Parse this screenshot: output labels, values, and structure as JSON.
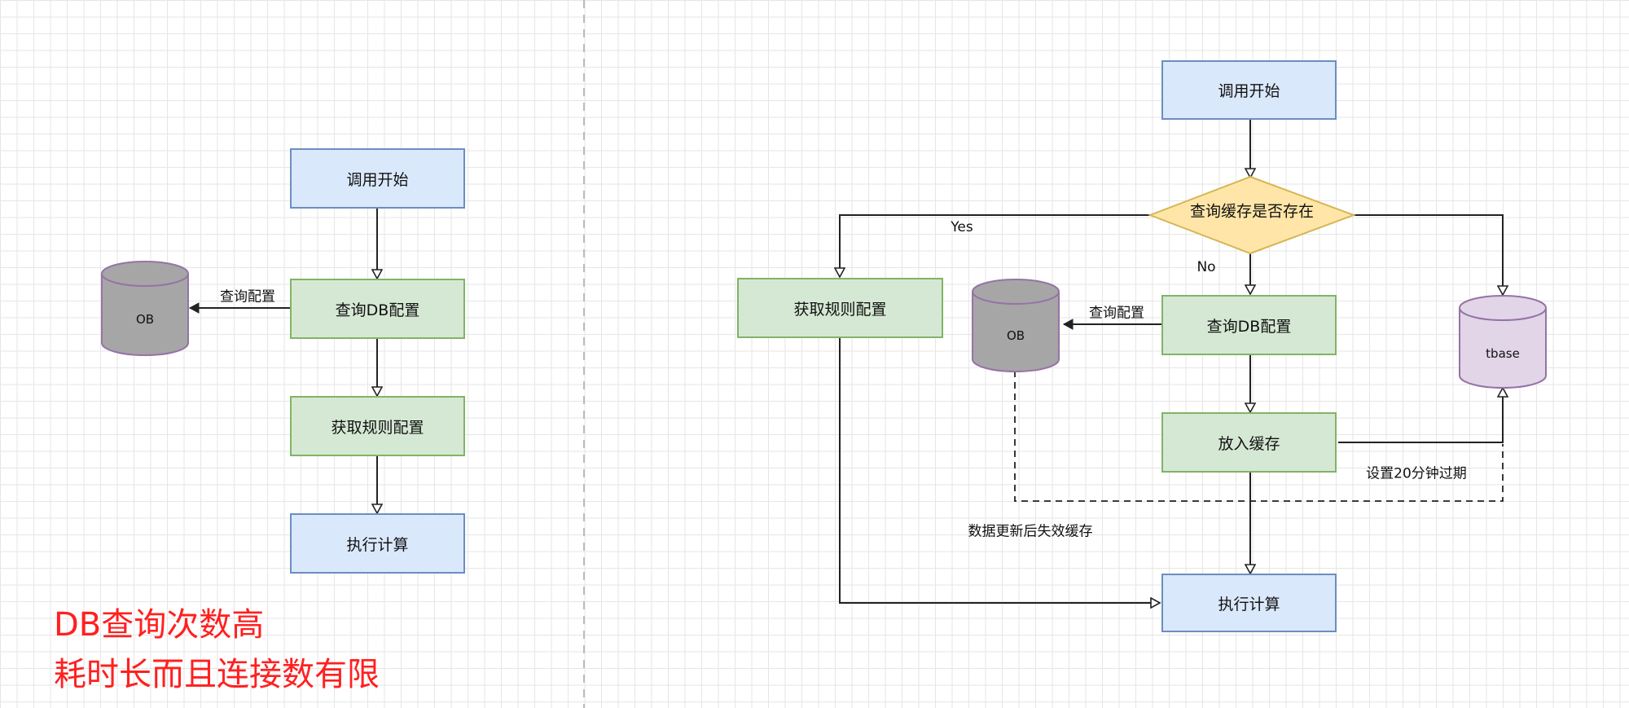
{
  "left": {
    "start": "调用开始",
    "query_db": "查询DB配置",
    "get_rules": "获取规则配置",
    "execute": "执行计算",
    "db_store": "OB",
    "edge_query_config": "查询配置",
    "note_line1": "DB查询次数高",
    "note_line2": "耗时长而且连接数有限"
  },
  "right": {
    "start": "调用开始",
    "decision": "查询缓存是否存在",
    "yes": "Yes",
    "no": "No",
    "get_rules": "获取规则配置",
    "db_store": "OB",
    "edge_query_config": "查询配置",
    "query_db": "查询DB配置",
    "cache_store": "tbase",
    "put_cache": "放入缓存",
    "expire_note": "设置20分钟过期",
    "invalidate_note": "数据更新后失效缓存",
    "execute": "执行计算"
  },
  "colors": {
    "blue_fill": "#dae8fc",
    "blue_stroke": "#6c8ebf",
    "green_fill": "#d5e8d4",
    "green_stroke": "#82b366",
    "gray_fill": "#a6a6a6",
    "purple_stroke": "#9673a6",
    "pink_fill": "#e1d5e7",
    "yellow_fill": "#ffe6a8",
    "yellow_stroke": "#d6b656",
    "note_red": "#ff2020"
  }
}
